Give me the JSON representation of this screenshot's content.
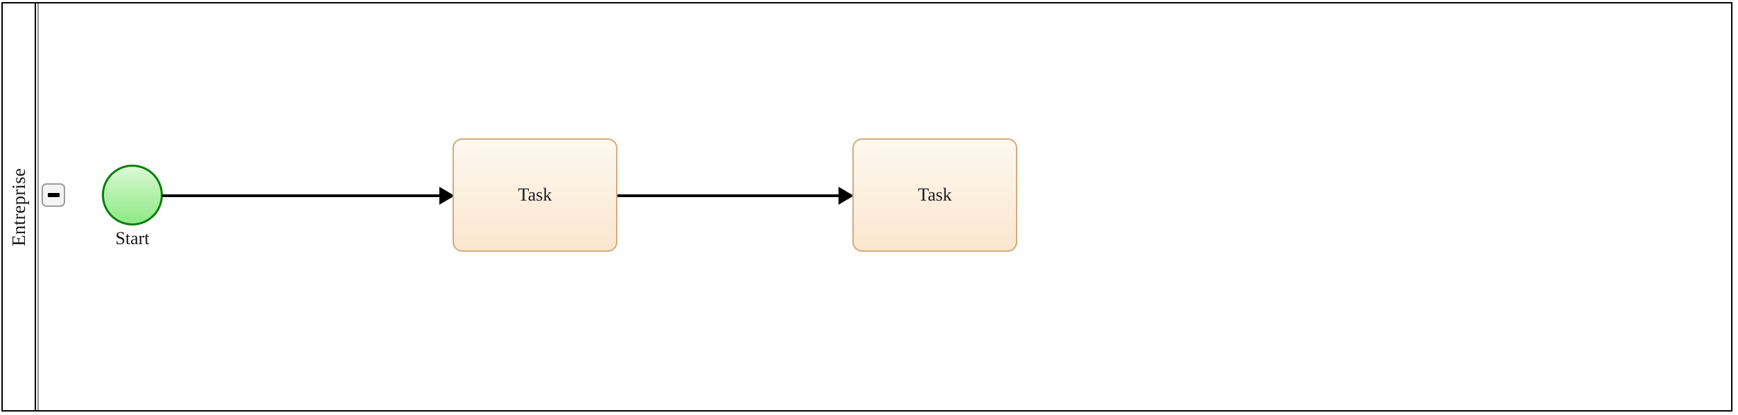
{
  "diagram": {
    "type": "bpmn-process",
    "pool": {
      "name": "Entreprise",
      "collapse_toggle": {
        "icon": "minus-icon",
        "state": "expanded",
        "label": "−"
      }
    },
    "elements": [
      {
        "id": "start-event",
        "type": "start-event",
        "label": "Start",
        "shape": "circle",
        "fill_top": "#dcf8d6",
        "fill_bottom": "#8fe887",
        "stroke": "#008000"
      },
      {
        "id": "task-1",
        "type": "task",
        "label": "Task",
        "shape": "rounded-rectangle",
        "fill_top": "#fdf8f0",
        "fill_bottom": "#fbe6cf",
        "stroke": "#d4ab7c"
      },
      {
        "id": "task-2",
        "type": "task",
        "label": "Task",
        "shape": "rounded-rectangle",
        "fill_top": "#fdf8f0",
        "fill_bottom": "#fbe6cf",
        "stroke": "#d4ab7c"
      }
    ],
    "flows": [
      {
        "id": "flow-1",
        "type": "sequence-flow",
        "from": "start-event",
        "to": "task-1",
        "stroke": "#000000"
      },
      {
        "id": "flow-2",
        "type": "sequence-flow",
        "from": "task-1",
        "to": "task-2",
        "stroke": "#000000"
      }
    ],
    "colors": {
      "canvas_background": "#ffffff",
      "pool_border": "#000000",
      "lane_divider": "#8c8c8c",
      "text": "#1a1a1a",
      "toggle_border": "#9a9a9a",
      "toggle_background": "#f4f4f4"
    }
  }
}
